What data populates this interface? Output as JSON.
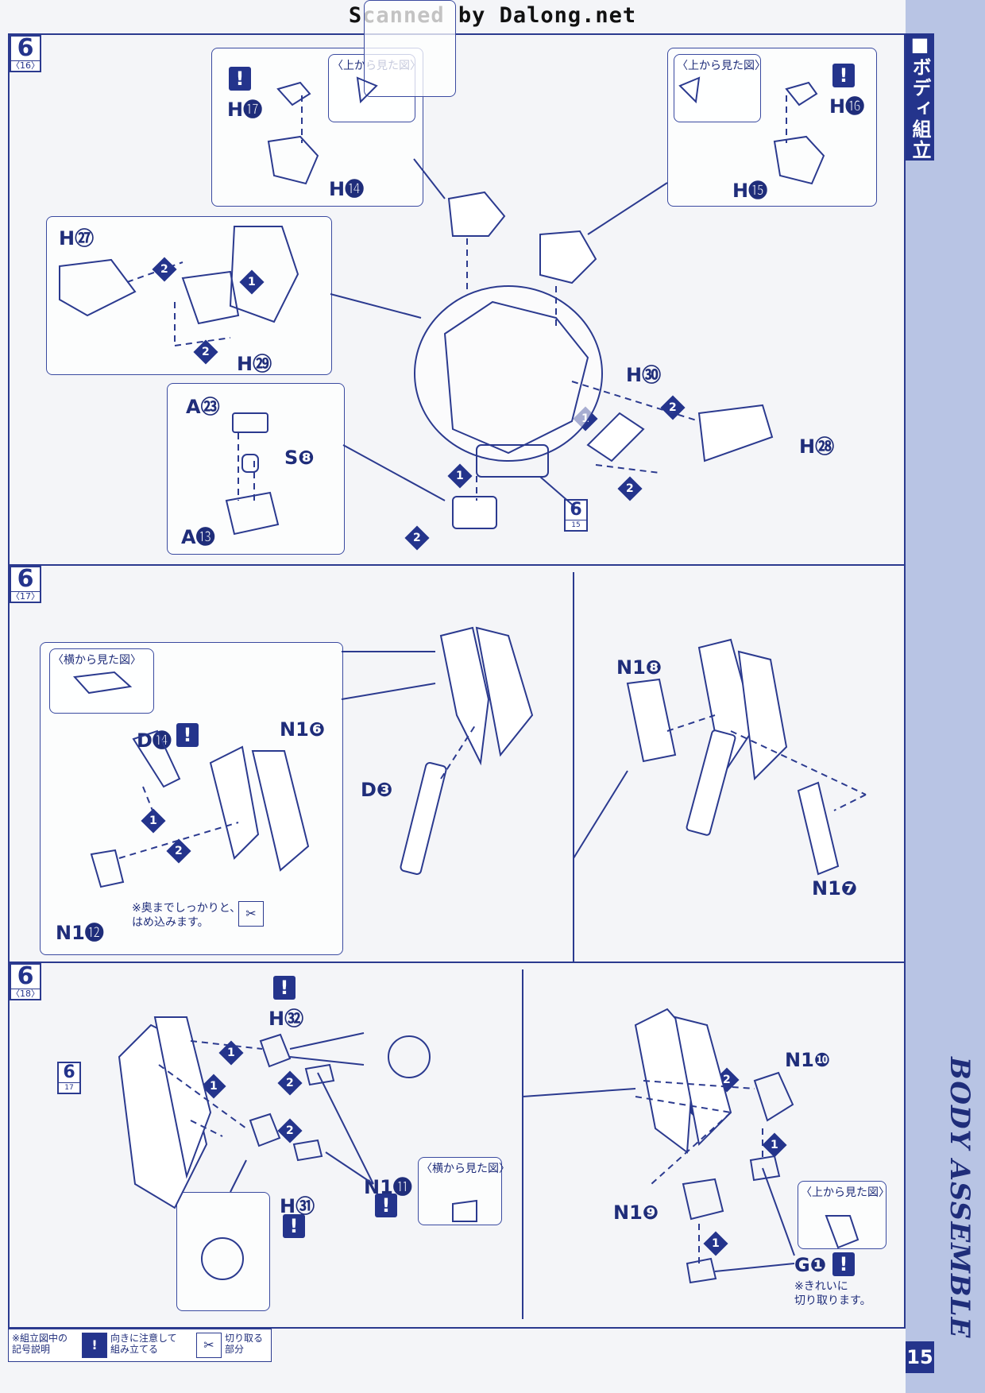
{
  "banner": "Scanned by Dalong.net",
  "sidebar": {
    "section_jp": "■ボディ組立",
    "section_en": "BODY ASSEMBLE",
    "page_number": "15"
  },
  "steps": [
    {
      "number": "6",
      "sub": "〈16〉"
    },
    {
      "number": "6",
      "sub": "〈17〉"
    },
    {
      "number": "6",
      "sub": "〈18〉"
    }
  ],
  "refs": [
    {
      "number": "6",
      "sub": "15"
    },
    {
      "number": "6",
      "sub": "17"
    }
  ],
  "views": {
    "top_view": "〈上から見た図〉",
    "side_view": "〈横から見た図〉"
  },
  "parts": {
    "h17": "H⓱",
    "h14": "H⓮",
    "h16": "H⓰",
    "h15": "H⓯",
    "h27": "H㉗",
    "h29": "H㉙",
    "h30": "H㉚",
    "h28": "H㉘",
    "a23": "A㉓",
    "s8": "S❽",
    "a13": "A⓭",
    "d14": "D⓮",
    "n16": "N1❻",
    "d3": "D❸",
    "n112": "N1⓬",
    "n18": "N1❽",
    "n17": "N1❼",
    "h32": "H㉜",
    "h31": "H㉛",
    "n111": "N1⓫",
    "n110": "N1❿",
    "n19": "N1❾",
    "g1": "G❶"
  },
  "notes": {
    "push_in": "※奥までしっかりと、\nはめ込みます。",
    "cut_clean": "※きれいに\n切り取ります。"
  },
  "legend": {
    "title": "※組立図中の\n記号説明",
    "warn_symbol": "!",
    "warn_text": "向きに注意して\n組み立てる",
    "cut_text": "切り取る\n部分"
  },
  "colors": {
    "ink": "#1f2d7a",
    "band": "#24348c",
    "sidebar": "#b8c4e4"
  }
}
